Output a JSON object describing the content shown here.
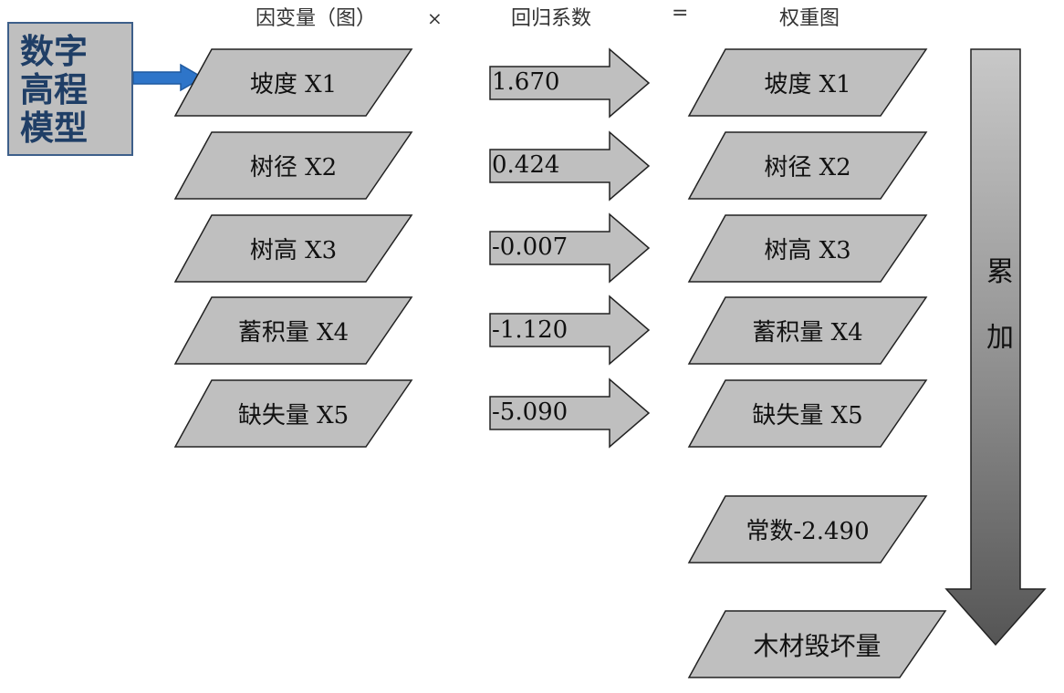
{
  "headers": {
    "dependent": "因变量（图）",
    "times": "×",
    "coefficients": "回归系数",
    "equals": "=",
    "weights": "权重图"
  },
  "dem": {
    "lines": [
      "数字",
      "高程",
      "模型"
    ]
  },
  "factors": [
    "坡度 X1",
    "树径 X2",
    "树高 X3",
    "蓄积量 X4",
    "缺失量 X5"
  ],
  "coefficients": [
    "1.670",
    "0.424",
    "-0.007",
    "-1.120",
    "-5.090"
  ],
  "weights": [
    "坡度 X1",
    "树径 X2",
    "树高 X3",
    "蓄积量 X4",
    "缺失量 X5"
  ],
  "constant": "常数-2.490",
  "result": "木材毁坏量",
  "accumulate": [
    "累",
    "加"
  ],
  "colors": {
    "shape_fill": "#bfbfbf",
    "shape_stroke": "#222222",
    "dem_border": "#3d5f8a",
    "dem_text": "#1f3e66",
    "arrow_blue": "#2e75c9"
  }
}
